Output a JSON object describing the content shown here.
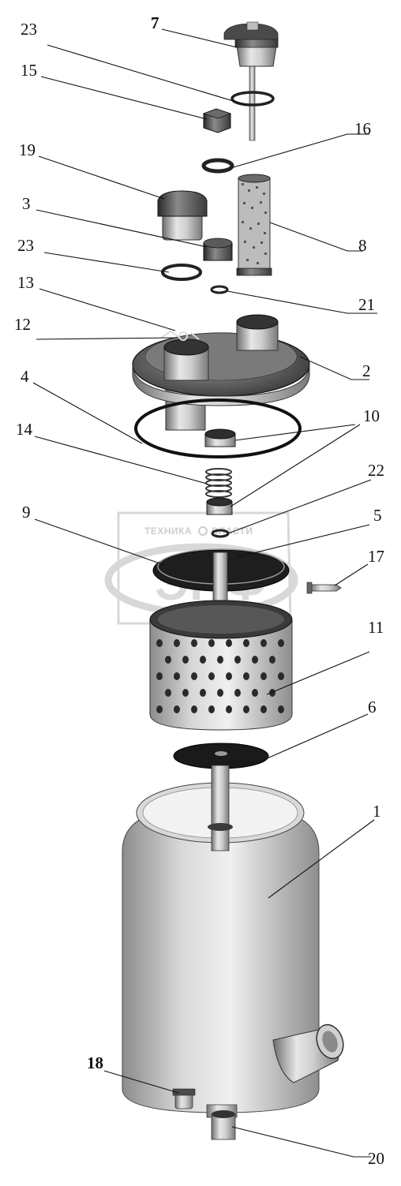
{
  "watermark": {
    "left_word": "ТЕХНИКА",
    "right_word": "ВЛАСТИ",
    "logo_letters": "ЭПФ"
  },
  "callouts": [
    {
      "id": "7",
      "label": "7",
      "bold": true
    },
    {
      "id": "23a",
      "label": "23",
      "bold": false
    },
    {
      "id": "15",
      "label": "15",
      "bold": false
    },
    {
      "id": "16",
      "label": "16",
      "bold": false
    },
    {
      "id": "19",
      "label": "19",
      "bold": false
    },
    {
      "id": "3",
      "label": "3",
      "bold": false
    },
    {
      "id": "8",
      "label": "8",
      "bold": false
    },
    {
      "id": "23b",
      "label": "23",
      "bold": false
    },
    {
      "id": "21",
      "label": "21",
      "bold": false
    },
    {
      "id": "13",
      "label": "13",
      "bold": false
    },
    {
      "id": "12",
      "label": "12",
      "bold": false
    },
    {
      "id": "2",
      "label": "2",
      "bold": false
    },
    {
      "id": "4",
      "label": "4",
      "bold": false
    },
    {
      "id": "10",
      "label": "10",
      "bold": false
    },
    {
      "id": "14",
      "label": "14",
      "bold": false
    },
    {
      "id": "22",
      "label": "22",
      "bold": false
    },
    {
      "id": "9",
      "label": "9",
      "bold": false
    },
    {
      "id": "5",
      "label": "5",
      "bold": false
    },
    {
      "id": "17",
      "label": "17",
      "bold": false
    },
    {
      "id": "11",
      "label": "11",
      "bold": false
    },
    {
      "id": "6",
      "label": "6",
      "bold": false
    },
    {
      "id": "1",
      "label": "1",
      "bold": false
    },
    {
      "id": "18",
      "label": "18",
      "bold": true
    },
    {
      "id": "20",
      "label": "20",
      "bold": false
    }
  ]
}
